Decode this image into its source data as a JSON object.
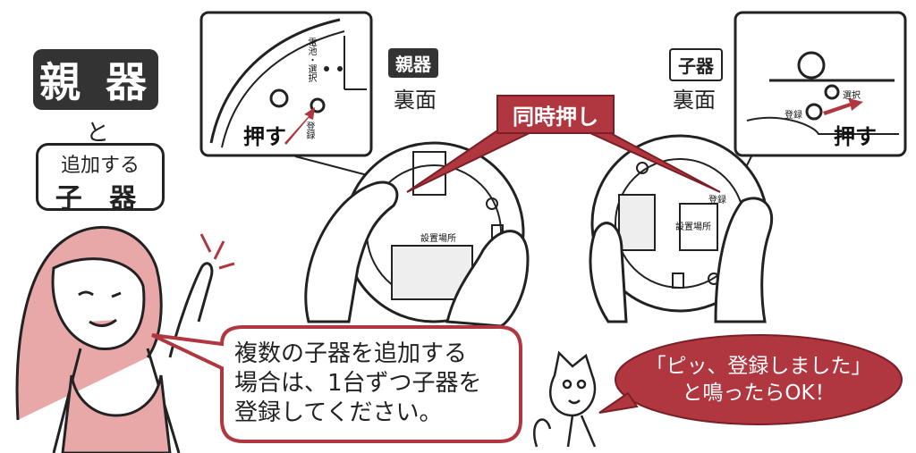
{
  "heading": {
    "main": "親 器",
    "connector": "と",
    "sub_line1": "追加する",
    "sub_line2": "子 器"
  },
  "parent": {
    "tag": "親器",
    "side": "裏面",
    "press": "押す",
    "btn_register": "登録",
    "btn_select": "選択",
    "note": "電池・選択"
  },
  "child": {
    "tag": "子器",
    "side": "裏面",
    "press": "押す",
    "btn_register": "登録",
    "btn_select": "選択"
  },
  "simultaneous": "同時押し",
  "instruction": {
    "line1": "複数の子器を追加する",
    "line2": "場合は、1台ずつ子器を",
    "line3": "登録してください。"
  },
  "ok_message": {
    "line1": "「ピッ、登録しました」",
    "line2": "と鳴ったらOK！"
  },
  "device_labels": {
    "parent_install": "設置場所",
    "child_install": "設置場所",
    "child_register": "登録"
  },
  "colors": {
    "accent_red": "#b0363f",
    "skin_pink": "#e8a8a8",
    "dark": "#333333"
  }
}
